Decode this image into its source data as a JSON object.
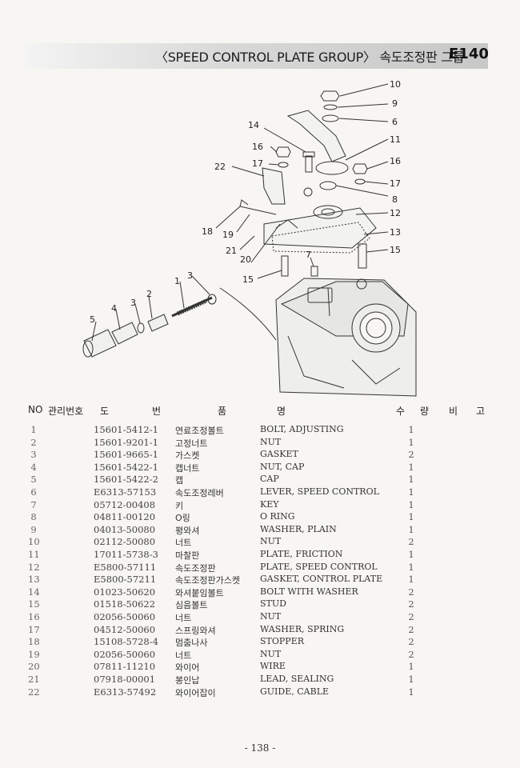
{
  "header": {
    "title": "〈SPEED CONTROL PLATE GROUP〉 속도조정판 그룹",
    "code": "E140"
  },
  "diagram": {
    "callouts": [
      "10",
      "9",
      "6",
      "11",
      "16",
      "17",
      "8",
      "12",
      "13",
      "15",
      "14",
      "16",
      "17",
      "22",
      "18",
      "19",
      "21",
      "20",
      "15",
      "7",
      "1",
      "3",
      "2",
      "3",
      "4",
      "5"
    ]
  },
  "table": {
    "headers": {
      "no": "NO",
      "mgmt": "관리번호",
      "drawing_1": "도",
      "drawing_2": "번",
      "item_1": "품",
      "item_2": "명",
      "qty_1": "수",
      "qty_2": "량",
      "remark_1": "비",
      "remark_2": "고"
    },
    "rows": [
      {
        "no": "1",
        "part": "15601-5412-1",
        "kr": "연료조정볼트",
        "en": "BOLT, ADJUSTING",
        "qty": "1"
      },
      {
        "no": "2",
        "part": "15601-9201-1",
        "kr": "고정너트",
        "en": "NUT",
        "qty": "1"
      },
      {
        "no": "3",
        "part": "15601-9665-1",
        "kr": "가스켓",
        "en": "GASKET",
        "qty": "2"
      },
      {
        "no": "4",
        "part": "15601-5422-1",
        "kr": "캡너트",
        "en": "NUT, CAP",
        "qty": "1"
      },
      {
        "no": "5",
        "part": "15601-5422-2",
        "kr": "캡",
        "en": "CAP",
        "qty": "1"
      },
      {
        "no": "6",
        "part": "E6313-57153",
        "kr": "속도조정레버",
        "en": "LEVER, SPEED CONTROL",
        "qty": "1"
      },
      {
        "no": "7",
        "part": "05712-00408",
        "kr": "키",
        "en": "KEY",
        "qty": "1"
      },
      {
        "no": "8",
        "part": "04811-00120",
        "kr": "O링",
        "en": "O RING",
        "qty": "1"
      },
      {
        "no": "9",
        "part": "04013-50080",
        "kr": "평와셔",
        "en": "WASHER, PLAIN",
        "qty": "1"
      },
      {
        "no": "10",
        "part": "02112-50080",
        "kr": "너트",
        "en": "NUT",
        "qty": "2"
      },
      {
        "no": "11",
        "part": "17011-5738-3",
        "kr": "마찰판",
        "en": "PLATE, FRICTION",
        "qty": "1"
      },
      {
        "no": "12",
        "part": "E5800-57111",
        "kr": "속도조정판",
        "en": "PLATE, SPEED CONTROL",
        "qty": "1"
      },
      {
        "no": "13",
        "part": "E5800-57211",
        "kr": "속도조정판가스켓",
        "en": "GASKET, CONTROL PLATE",
        "qty": "1"
      },
      {
        "no": "14",
        "part": "01023-50620",
        "kr": "와셔붙임볼트",
        "en": "BOLT WITH WASHER",
        "qty": "2"
      },
      {
        "no": "15",
        "part": "01518-50622",
        "kr": "심음볼트",
        "en": "STUD",
        "qty": "2"
      },
      {
        "no": "16",
        "part": "02056-50060",
        "kr": "너트",
        "en": "NUT",
        "qty": "2"
      },
      {
        "no": "17",
        "part": "04512-50060",
        "kr": "스프링와셔",
        "en": "WASHER, SPRING",
        "qty": "2"
      },
      {
        "no": "18",
        "part": "15108-5728-4",
        "kr": "멈춤나사",
        "en": "STOPPER",
        "qty": "2"
      },
      {
        "no": "19",
        "part": "02056-50060",
        "kr": "너트",
        "en": "NUT",
        "qty": "2"
      },
      {
        "no": "20",
        "part": "07811-11210",
        "kr": "와이어",
        "en": "WIRE",
        "qty": "1"
      },
      {
        "no": "21",
        "part": "07918-00001",
        "kr": "봉인납",
        "en": "LEAD, SEALING",
        "qty": "1"
      },
      {
        "no": "22",
        "part": "E6313-57492",
        "kr": "와이어잡이",
        "en": "GUIDE, CABLE",
        "qty": "1"
      }
    ]
  },
  "page_number": "- 138 -"
}
